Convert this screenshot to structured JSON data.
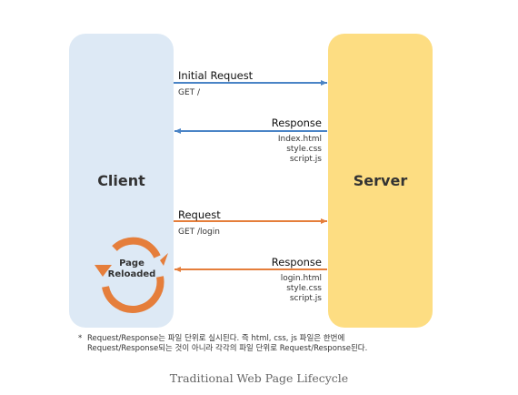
{
  "client": {
    "label": "Client"
  },
  "server": {
    "label": "Server"
  },
  "messages": {
    "initial_request": {
      "title": "Initial Request",
      "detail": "GET /"
    },
    "response1": {
      "title": "Response",
      "files": [
        "Index.html",
        "style.css",
        "script.js"
      ]
    },
    "request2": {
      "title": "Request",
      "detail": "GET /login"
    },
    "response2": {
      "title": "Response",
      "files": [
        "login.html",
        "style.css",
        "script.js"
      ]
    }
  },
  "reload": {
    "line1": "Page",
    "line2": "Reloaded"
  },
  "footnote": {
    "marker": "*",
    "line1": "Request/Response는 파일 단위로 실시된다. 즉 html, css, js 파일은 한번에",
    "line2": "Request/Response되는 것이 아니라 각각의 파일 단위로 Request/Response된다."
  },
  "caption": "Traditional Web Page Lifecycle",
  "colors": {
    "client_bg": "#dde9f5",
    "server_bg": "#fddd82",
    "blue_arrow": "#4a84c6",
    "orange_arrow": "#e57e3b",
    "reload_icon": "#e57e3b"
  },
  "icons": {
    "reload": "refresh-cycle-icon"
  }
}
